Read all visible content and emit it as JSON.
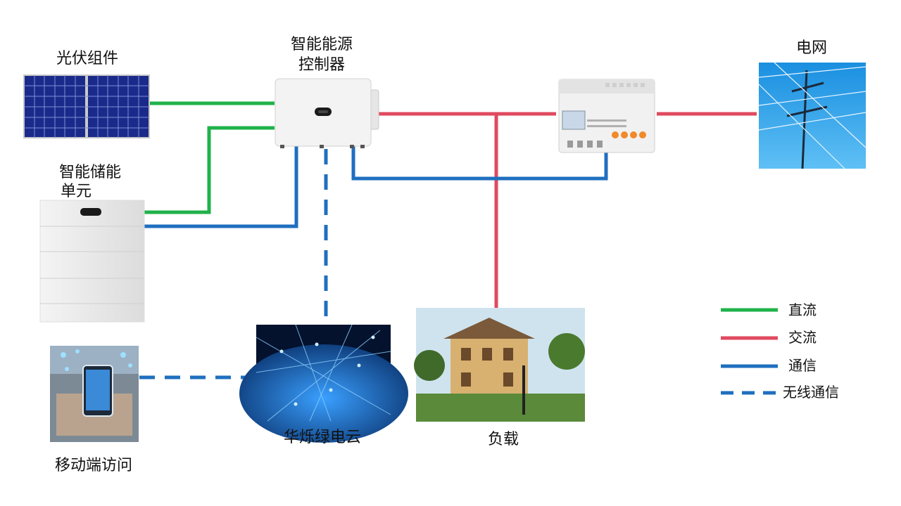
{
  "nodes": {
    "pv": {
      "label": "光伏组件"
    },
    "controller": {
      "label_line1": "智能能源",
      "label_line2": "控制器"
    },
    "grid": {
      "label": "电网"
    },
    "storage": {
      "label_line1": "智能储能",
      "label_line2": "单元"
    },
    "cloud": {
      "label": "华烁绿电云"
    },
    "load": {
      "label": "负载"
    },
    "mobile": {
      "label": "移动端访问"
    }
  },
  "legend": [
    {
      "label": "直流",
      "style": "solid",
      "color": "#1fb24a"
    },
    {
      "label": "交流",
      "style": "solid",
      "color": "#e04a5f"
    },
    {
      "label": "通信",
      "style": "solid",
      "color": "#1f6fbf"
    },
    {
      "label": "无线通信",
      "style": "dashed",
      "color": "#1f6fbf"
    }
  ],
  "colors": {
    "dc": "#1fb24a",
    "ac": "#e04a5f",
    "comm": "#1f6fbf"
  }
}
